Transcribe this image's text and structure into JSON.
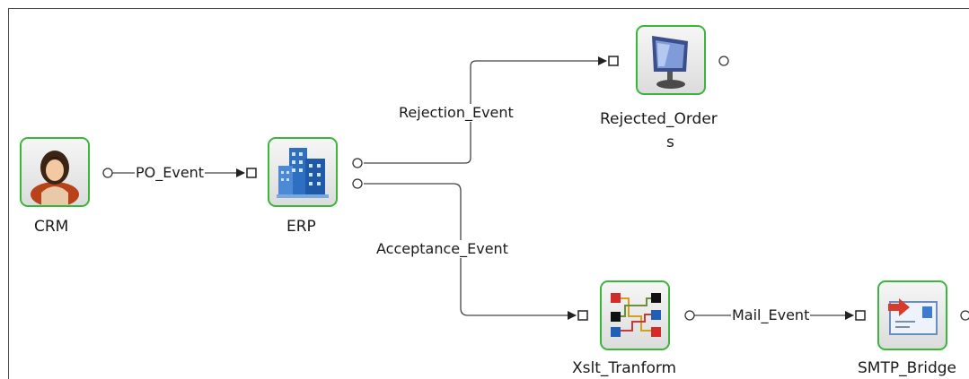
{
  "nodes": {
    "crm": {
      "label": "CRM",
      "icon": "person-icon"
    },
    "erp": {
      "label": "ERP",
      "icon": "building-icon"
    },
    "rejected_orders": {
      "label_line1": "Rejected_Order",
      "label_line2": "s",
      "icon": "monitor-icon"
    },
    "xslt": {
      "label": "Xslt_Tranform",
      "icon": "transform-icon"
    },
    "smtp": {
      "label": "SMTP_Bridge",
      "icon": "mail-icon"
    }
  },
  "edges": {
    "po_event": "PO_Event",
    "rejection_event": "Rejection_Event",
    "acceptance_event": "Acceptance_Event",
    "mail_event": "Mail_Event"
  },
  "colors": {
    "node_border": "#3cb53c",
    "wire": "#333333"
  }
}
